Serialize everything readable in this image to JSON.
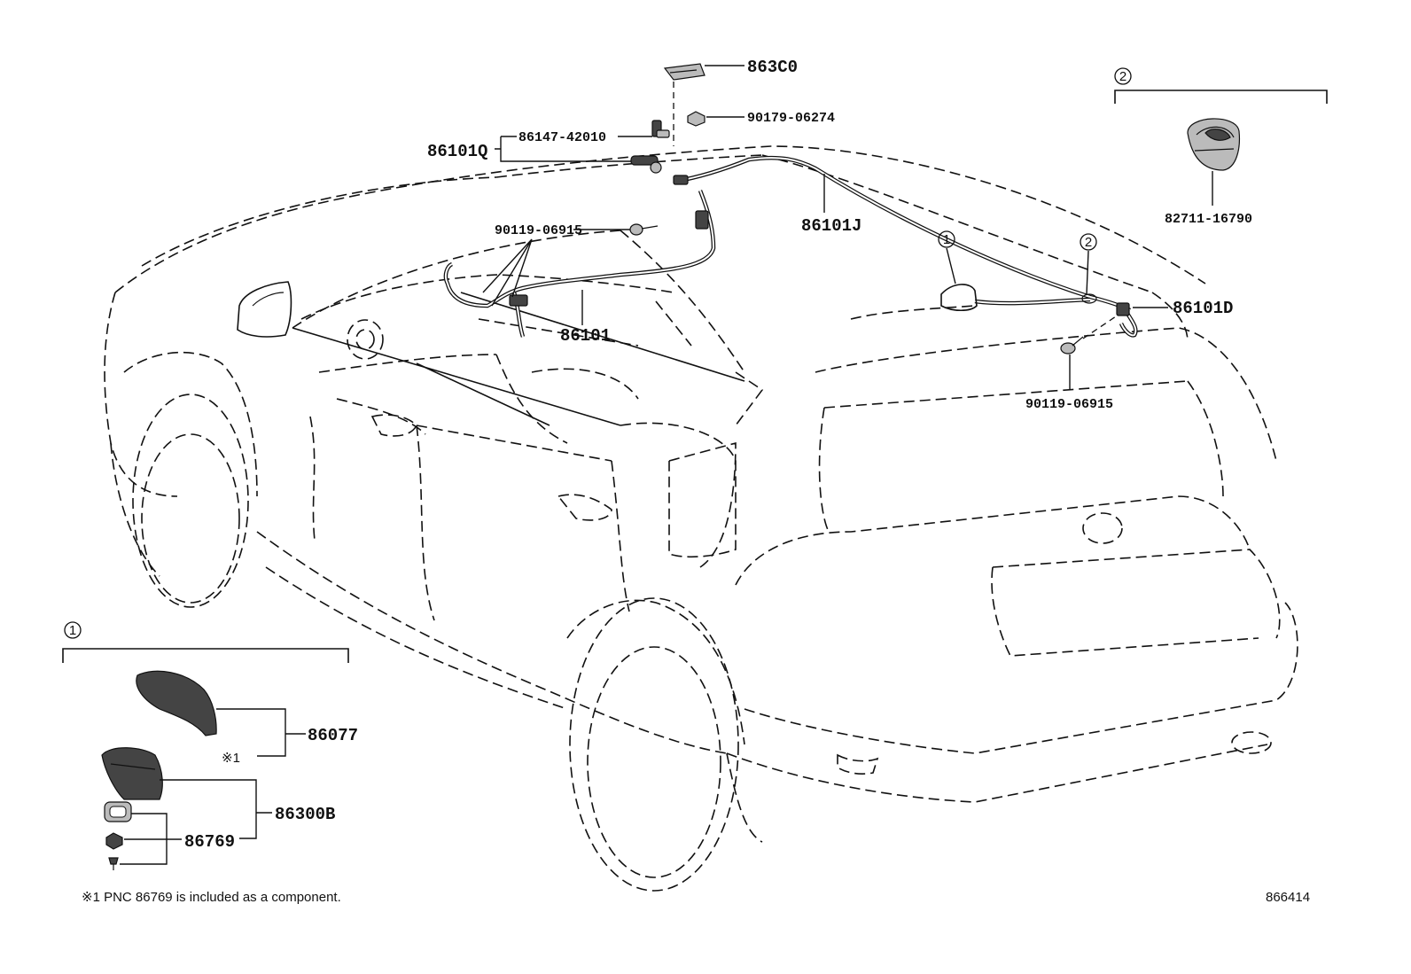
{
  "callouts": {
    "p863c0": "863C0",
    "p90179": "90179-06274",
    "p86147": "86147-42010",
    "p86101q": "86101Q",
    "p90119_a": "90119-06915",
    "p86101j": "86101J",
    "p86101": "86101",
    "p86101d": "86101D",
    "p90119_b": "90119-06915",
    "p82711": "82711-16790",
    "p86077": "86077",
    "p86300b": "86300B",
    "p86769": "86769"
  },
  "markers": {
    "circle1": "1",
    "circle2": "2",
    "note_ref": "※1"
  },
  "footnote": "※1 PNC 86769 is included as a component.",
  "diagram_id": "866414"
}
